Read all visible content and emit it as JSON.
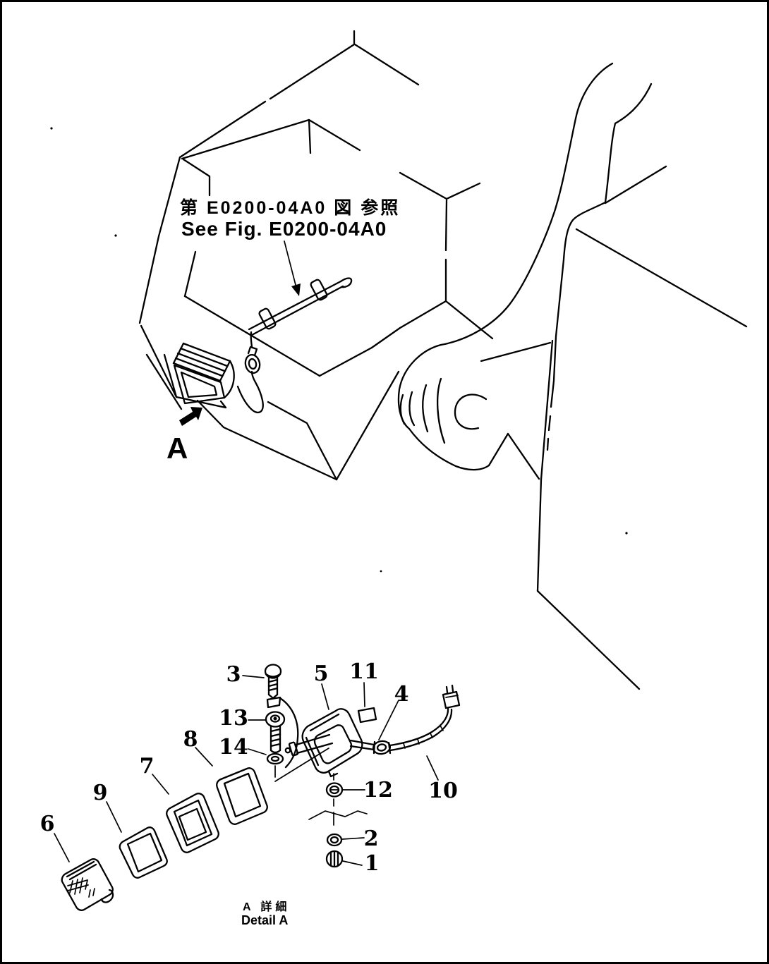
{
  "figure": {
    "reference_note_jp": "第 E0200-04A0 図 参照",
    "reference_note_en": "See Fig. E0200-04A0",
    "view_label": "A",
    "detail_caption_jp": "A 詳細",
    "detail_caption_en": "Detail A",
    "colors": {
      "ink": "#000000",
      "paper": "#ffffff"
    }
  },
  "callouts": {
    "c1": "1",
    "c2": "2",
    "c3": "3",
    "c4": "4",
    "c5": "5",
    "c6": "6",
    "c7": "7",
    "c8": "8",
    "c9": "9",
    "c10": "10",
    "c11": "11",
    "c12": "12",
    "c13": "13",
    "c14": "14"
  }
}
